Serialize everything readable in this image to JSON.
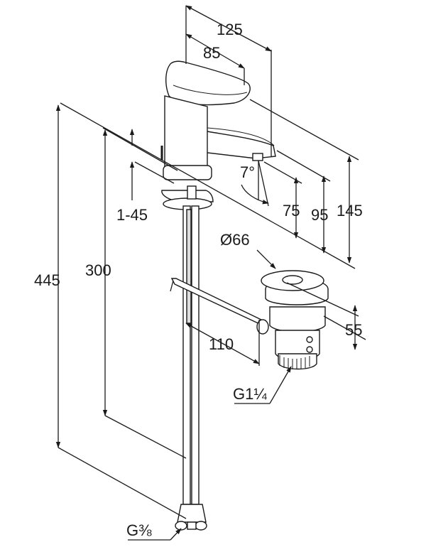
{
  "dimensions": {
    "spout_reach_total": "125",
    "lever_offset": "85",
    "total_height": "445",
    "hose_length": "300",
    "deck_thickness": "1-45",
    "spout_angle": "7°",
    "outlet_height": "75",
    "spout_height": "95",
    "tap_height": "145",
    "waste_diameter": "Ø66",
    "waste_cap_height": "55",
    "rod_length": "110",
    "waste_thread": "G1¼",
    "hose_thread": "G⅜"
  }
}
